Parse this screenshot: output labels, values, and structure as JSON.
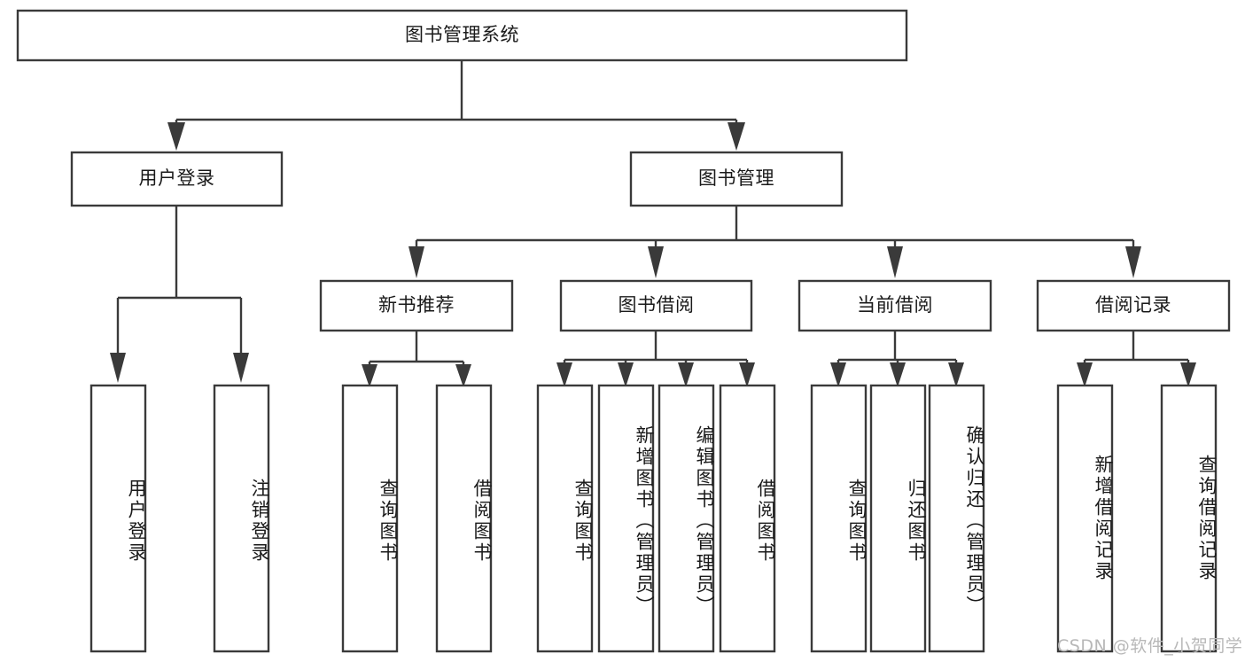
{
  "diagram": {
    "type": "tree-hierarchy",
    "title": "图书管理系统",
    "watermark": "CSDN @软件_小贺同学",
    "colors": {
      "stroke": "#3a3a3a",
      "box_fill": "#ffffff",
      "text": "#1a1a1a",
      "background": "#ffffff",
      "watermark": "#b8b8b8"
    },
    "nodes": {
      "root": {
        "label": "图书管理系统"
      },
      "level1": [
        {
          "label": "用户登录"
        },
        {
          "label": "图书管理"
        }
      ],
      "level2": [
        {
          "label": "新书推荐"
        },
        {
          "label": "图书借阅"
        },
        {
          "label": "当前借阅"
        },
        {
          "label": "借阅记录"
        }
      ],
      "leaves_user_login": [
        {
          "label": "用户登录"
        },
        {
          "label": "注销登录"
        }
      ],
      "leaves_new_book": [
        {
          "label": "查询图书"
        },
        {
          "label": "借阅图书"
        }
      ],
      "leaves_borrow": [
        {
          "label": "查询图书"
        },
        {
          "label": "新增图书（管理员）"
        },
        {
          "label": "编辑图书（管理员）"
        },
        {
          "label": "借阅图书"
        }
      ],
      "leaves_current": [
        {
          "label": "查询图书"
        },
        {
          "label": "归还图书"
        },
        {
          "label": "确认归还（管理员）"
        }
      ],
      "leaves_record": [
        {
          "label": "新增借阅记录"
        },
        {
          "label": "查询借阅记录"
        }
      ]
    }
  }
}
